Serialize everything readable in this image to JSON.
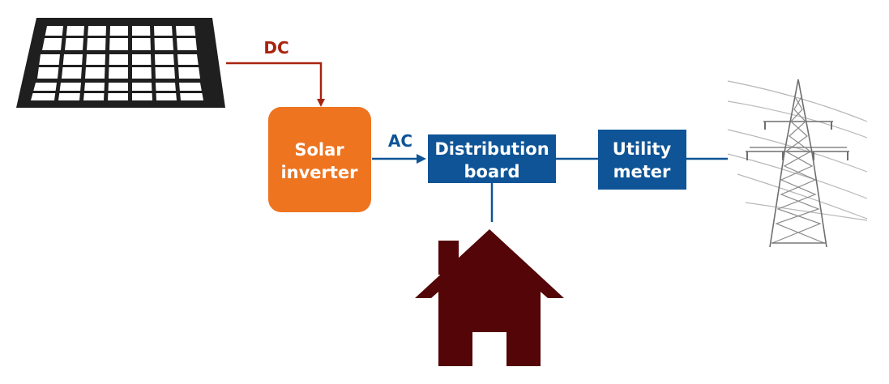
{
  "nodes": {
    "inverter": {
      "line1": "Solar",
      "line2": "inverter"
    },
    "distribution": {
      "line1": "Distribution",
      "line2": "board"
    },
    "meter": {
      "line1": "Utility",
      "line2": "meter"
    }
  },
  "edges": {
    "dc": "DC",
    "ac": "AC"
  },
  "icons": [
    "solar-panel-icon",
    "house-icon",
    "power-tower-icon"
  ],
  "colors": {
    "inverter": "#EE7420",
    "box": "#0E5497",
    "dc": "#A7240F",
    "ac": "#0E5497",
    "house": "#540507",
    "panel": "#1f1f1f"
  }
}
